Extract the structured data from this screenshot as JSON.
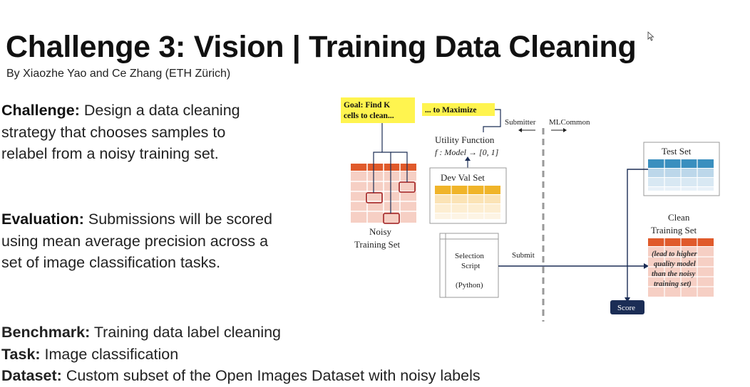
{
  "slide": {
    "title": "Challenge 3: Vision | Training Data Cleaning",
    "subtitle": "By Xiaozhe Yao and Ce Zhang (ETH Zürich)"
  },
  "challenge": {
    "label": "Challenge:",
    "text": " Design a data cleaning strategy that chooses samples to relabel from a noisy training set."
  },
  "evaluation": {
    "label": "Evaluation:",
    "text": " Submissions will be scored using mean average precision across a set of image classification tasks."
  },
  "details": [
    {
      "label": "Benchmark:",
      "text": " Training data label cleaning"
    },
    {
      "label": "Task:",
      "text": " Image classification"
    },
    {
      "label": "Dataset:",
      "text": " Custom subset of the Open Images Dataset with noisy labels"
    }
  ],
  "diagram": {
    "goal_line1": "Goal: Find K",
    "goal_line2": "cells to clean...",
    "maximize": "... to Maximize",
    "utility_title": "Utility Function",
    "utility_formula": "f : Model → [0, 1]",
    "submitter": "Submitter",
    "mlcommon": "MLCommon",
    "noisy_line1": "Noisy",
    "noisy_line2": "Training Set",
    "dev_val": "Dev Val Set",
    "test_set": "Test Set",
    "clean_line1": "Clean",
    "clean_line2": "Training Set",
    "clean_note": [
      "(lead to higher",
      "quality model",
      "than the noisy",
      "training set)"
    ],
    "selection_line1": "Selection",
    "selection_line2": "Script",
    "selection_line3": "(Python)",
    "submit": "Submit",
    "score": "Score",
    "colors": {
      "highlight": "#fff44f",
      "noisy_header": "#e05a2b",
      "noisy_body": "#f6cfc4",
      "devval": "#f0b429",
      "test": "#3a8fbf",
      "score_bg": "#1b2d55"
    }
  }
}
